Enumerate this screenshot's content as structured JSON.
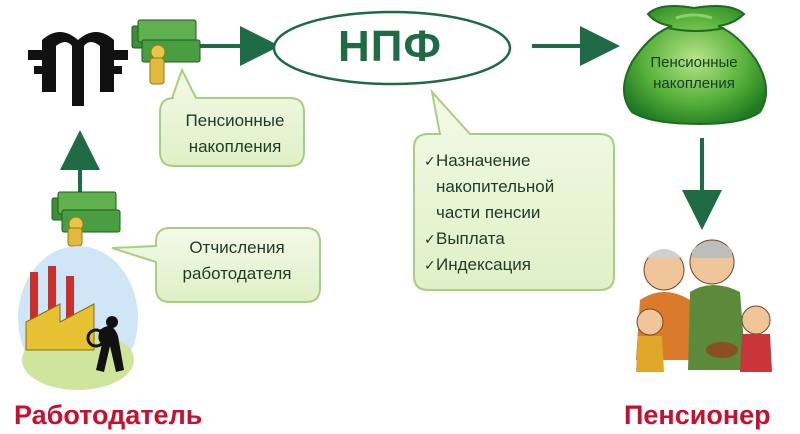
{
  "nodes": {
    "npf": "НПФ",
    "bag": {
      "line1": "Пенсионные",
      "line2": "накопления"
    },
    "employer": "Работодатель",
    "pensioner": "Пенсионер"
  },
  "callouts": {
    "savings": {
      "line1": "Пенсионные",
      "line2": "накопления"
    },
    "contributions": {
      "line1": "Отчисления",
      "line2": "работодателя"
    },
    "npf_functions": [
      {
        "check": "✓",
        "text": "Назначение"
      },
      {
        "check": "",
        "text": "накопительной"
      },
      {
        "check": "",
        "text": "части пенсии"
      },
      {
        "check": "✓",
        "text": "Выплата"
      },
      {
        "check": "✓",
        "text": "Индексация"
      }
    ]
  },
  "colors": {
    "arrow": "#1f6b45",
    "callout_fill": "#e9f5d6",
    "callout_stroke": "#a8cf7e",
    "bag_fill": "#2f9a2f",
    "caption": "#c8102e"
  },
  "icons": [
    "pfr-logo-icon",
    "money-stack-icon",
    "money-bag-icon",
    "factory-worker-icon",
    "pensioner-family-icon"
  ]
}
